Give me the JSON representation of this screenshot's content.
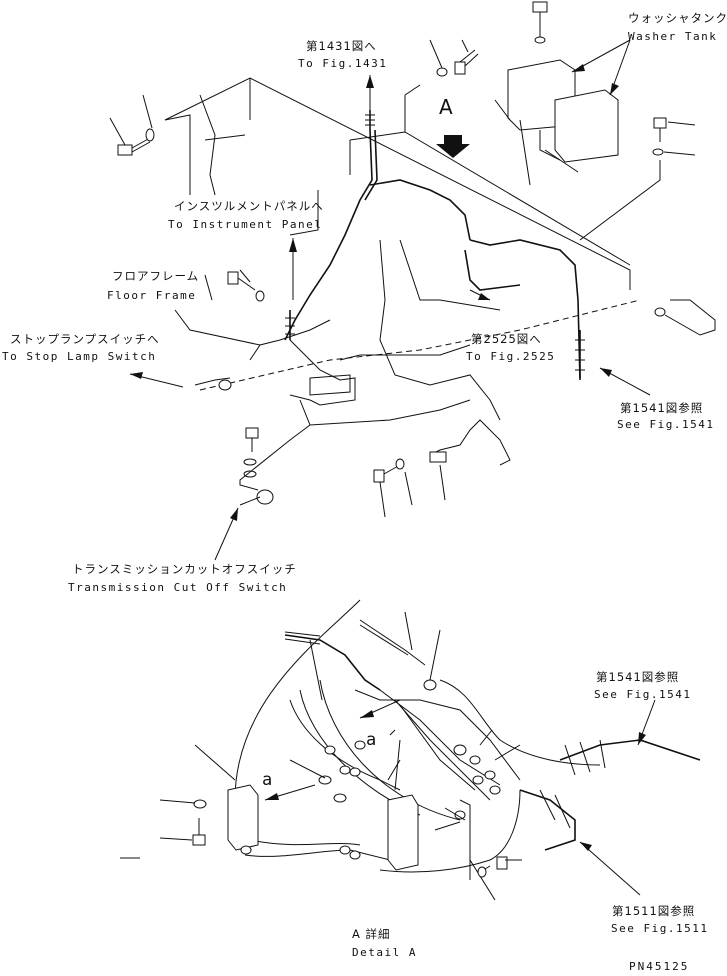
{
  "labels": {
    "fig1431_jp": "第1431図へ",
    "fig1431_en": "To Fig.1431",
    "washer_jp": "ウォッシャタンク",
    "washer_en": "Washer Tank",
    "view_a": "A",
    "instrument_jp": "インスツルメントパネルへ",
    "instrument_en": "To Instrument Panel",
    "floor_jp": "フロアフレーム",
    "floor_en": "Floor Frame",
    "stoplamp_jp": "ストップランプスイッチへ",
    "stoplamp_en": "To Stop Lamp Switch",
    "fig2525_jp": "第2525図へ",
    "fig2525_en": "To Fig.2525",
    "fig1541_jp": "第1541図参照",
    "fig1541_en": "See Fig.1541",
    "trans_jp": "トランスミッションカットオフスイッチ",
    "trans_en": "Transmission Cut Off Switch",
    "fig1541b_jp": "第1541図参照",
    "fig1541b_en": "See Fig.1541",
    "detail_a_jp": "A 詳細",
    "detail_a_en": "Detail A",
    "fig1511_jp": "第1511図参照",
    "fig1511_en": "See Fig.1511",
    "mark_a1": "a",
    "mark_a2": "a",
    "part_no": "PN45125"
  }
}
